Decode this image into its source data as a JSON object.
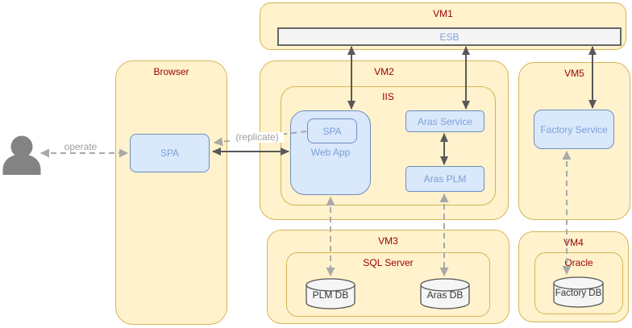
{
  "diagram": {
    "containers": {
      "vm1": {
        "label": "VM1"
      },
      "vm2": {
        "label": "VM2"
      },
      "vm3": {
        "label": "VM3"
      },
      "vm4": {
        "label": "VM4"
      },
      "vm5": {
        "label": "VM5"
      },
      "browser": {
        "label": "Browser"
      },
      "iis": {
        "label": "IIS"
      },
      "sql_server": {
        "label": "SQL Server"
      },
      "oracle": {
        "label": "Oracle"
      }
    },
    "nodes": {
      "esb": {
        "label": "ESB"
      },
      "browser_spa": {
        "label": "SPA"
      },
      "web_app": {
        "label": "Web App"
      },
      "web_app_spa": {
        "label": "SPA"
      },
      "aras_service": {
        "label": "Aras Service"
      },
      "aras_plm": {
        "label": "Aras PLM"
      },
      "factory_service": {
        "label": "Factory Service"
      },
      "plm_db": {
        "label": "PLM DB"
      },
      "aras_db": {
        "label": "Aras DB"
      },
      "factory_db": {
        "label": "Factory DB"
      }
    },
    "edges": {
      "operate_label": "operate",
      "replicate_label": "(replicate)"
    },
    "colors": {
      "container_fill": "#FFF2CC",
      "container_border": "#D6B656",
      "container_label": "#990000",
      "node_fill": "#DAE8FC",
      "node_border": "#6C8EBF",
      "node_label": "#7C9FD9",
      "bus_fill": "#F5F5F5",
      "bus_border": "#666666",
      "solid_arrow": "#595959",
      "dashed_arrow": "#A9A9A9",
      "edge_label": "#9E9E9E",
      "actor": "#838383",
      "db_fill": "#F5F5F5",
      "db_border": "#555555"
    }
  }
}
